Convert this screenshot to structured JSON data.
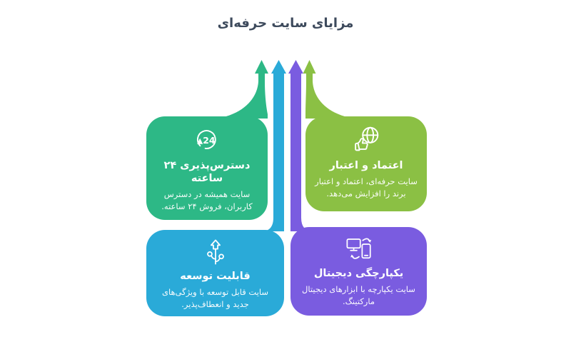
{
  "page": {
    "title": "مزایای سایت حرفه‌ای"
  },
  "colors": {
    "green": "#2db886",
    "lime": "#8bc044",
    "blue": "#2aaad8",
    "purple": "#7a5ce0",
    "title_text": "#3d4a5c",
    "background": "#ffffff"
  },
  "cards": [
    {
      "id": "availability",
      "icon": "clock-24-icon",
      "icon_text": "24",
      "title": "دسترس‌پذیری ۲۴ ساعته",
      "body": "سایت همیشه در دسترس کاربران، فروش ۲۴ ساعته.",
      "color": "#2db886"
    },
    {
      "id": "trust",
      "icon": "globe-thumbs-up-icon",
      "title": "اعتماد و اعتبار",
      "body": "سایت حرفه‌ای، اعتماد و اعتبار برند را افزایش می‌دهد.",
      "color": "#8bc044"
    },
    {
      "id": "scalability",
      "icon": "growth-branch-icon",
      "title": "قابلیت توسعه",
      "body": "سایت قابل توسعه با ویژگی‌های جدید و انعطاف‌پذیر.",
      "color": "#2aaad8"
    },
    {
      "id": "integration",
      "icon": "devices-sync-icon",
      "title": "یکپارچگی دیجیتال",
      "body": "سایت یکپارچه با ابزارهای دیجیتال مارکتینگ.",
      "color": "#7a5ce0"
    }
  ]
}
